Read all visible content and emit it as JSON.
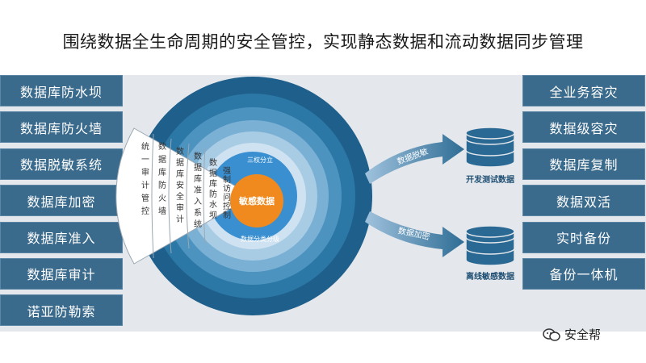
{
  "title": "围绕数据全生命周期的安全管控，实现静态数据和流动数据同步管理",
  "left_items": [
    "数据库防水坝",
    "数据库防火墙",
    "数据脱敏系统",
    "数据库加密",
    "数据库准入",
    "数据库审计",
    "诺亚防勒索"
  ],
  "right_items": [
    "全业务容灾",
    "数据级容灾",
    "数据库复制",
    "数据双活",
    "实时备份",
    "备份一体机"
  ],
  "center": {
    "core": "敏感数据",
    "ring_top": "三权分立",
    "ring_bottom": "数据分类分级"
  },
  "fan_labels": [
    "统一审计管控",
    "数据库防火墙",
    "数据库安全审计",
    "数据库准入系统",
    "数据库防水坝",
    "强制访问控制"
  ],
  "arrows": {
    "top": "数据脱敏",
    "bottom": "数据加密"
  },
  "databases": {
    "top": "开发测试数据",
    "bottom": "离线敏感数据"
  },
  "watermark": "安全帮",
  "colors": {
    "box_fill": "#3a6a8c",
    "core": "#f08a1e",
    "outer_ring": "#1f5f8b",
    "arrow": "#2f6d95"
  }
}
